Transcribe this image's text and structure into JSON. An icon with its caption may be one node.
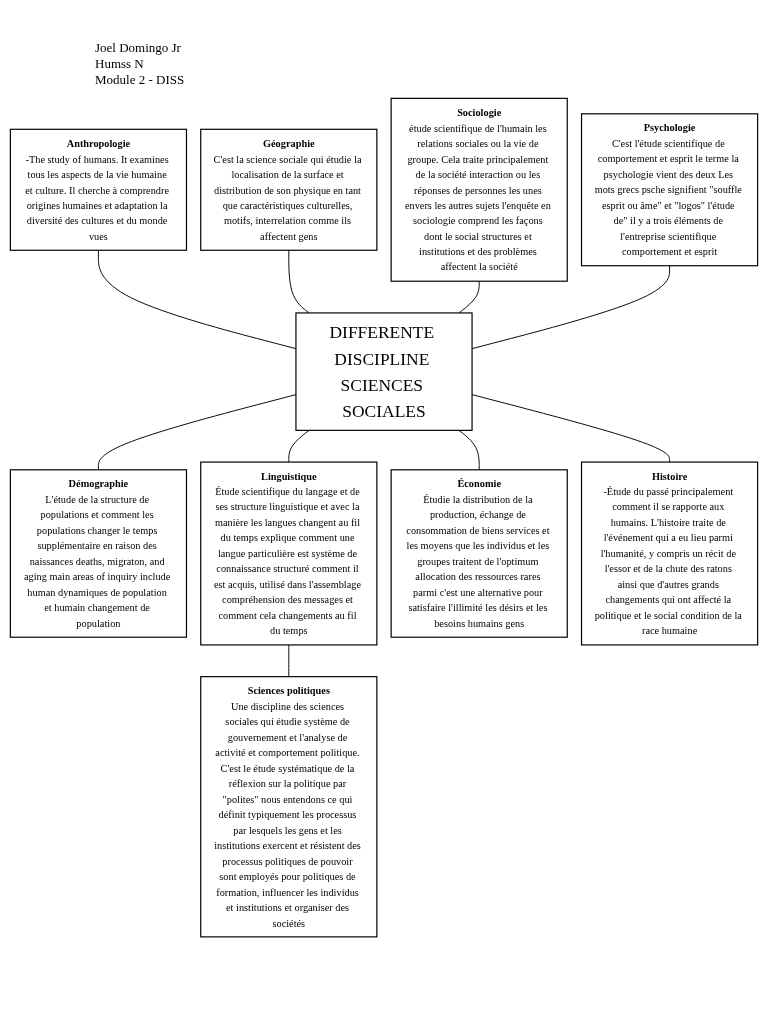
{
  "diagram": {
    "nodes": [
      {
        "text": [
          "Anthropologie",
          "-The study of humans. It examines tous les aspects de la vie humaine et culture. Il cherche à comprendre origines humaines et adaptation la diversité des cultures et du monde vues"
        ]
      },
      {
        "text": [
          "Géographie",
          "C'est la science sociale qui étudie la localisation de la surface et distribution de son physique en tant que caractéristiques culturelles, motifs, interrelation comme ils affectent gens"
        ]
      },
      {
        "text": [
          "Sociologie",
          "étude scientifique de l'humain les relations sociales ou la vie de groupe. Cela traite principalement de la société interaction ou les réponses de personnes les unes envers les autres sujets l'enquête en sociologie comprend les façons dont le social structures et institutions et des problèmes affectent la société"
        ]
      },
      {
        "text": [
          "Psychologie",
          "C'est l'étude scientifique de comportement et esprit le terme la psychologie vient des deux Les mots grecs psche signifient \"souffle esprit ou âme\" et \"logos\" l'étude de\" il y a trois éléments de l'entreprise scientifique comportement et esprit"
        ]
      },
      {
        "text": [
          "DIFFERENTE DISCIPLINE SCIENCES SOCIALES"
        ]
      },
      {
        "text": [
          "Démographie",
          "L'étude de la structure de populations et comment les populations changer le temps supplémentaire en raison des naissances deaths, migraton, and aging main areas of inquiry include human dynamiques de population et humain changement de population"
        ]
      },
      {
        "text": [
          "Linguistique",
          "Étude scientifique du langage et de ses structure linguistique et avec la manière les langues changent au fil du temps explique comment une langue particulière est système de connaissance structuré comment il est acquis, utilisé dans l'assemblage compréhension des messages et comment cela changements au fil du temps"
        ]
      },
      {
        "text": [
          "Économie",
          "Étudie la distribution de la production, échange de consommation de biens services et les moyens que les individus et les groupes traitent de l'optimum allocation des ressources rares parmi c'est une alternative pour satisfaire l'illimité les désirs et les besoins humains gens"
        ]
      },
      {
        "text": [
          "Histoire",
          "-Étude du passé principalement comment il se rapporte aux humains. L'histoire traite de l'événement qui a eu lieu parmi l'humanité, y compris un récit de l'essor et de la chute des ratons ainsi que d'autres grands changements qui ont affecté la politique et le social condition de la race humaine"
        ]
      },
      {
        "text": [
          "Sciences politiques",
          "Une discipline des sciences sociales qui étudie système de gouvernement et l'analyse de activité et comportement politique. C'est le étude systématique de la réflexion sur la politique par \"polites\" nous entendons ce qui définit typiquement les processus par lesquels les gens et les institutions exercent et résistent des processus politiques de pouvoir sont employés pour politiques de formation, influencer les individus et institutions et organiser des sociétés"
        ]
      }
    ],
    "edges": [
      {
        "from": 0,
        "to": 4,
        "arrow": "none"
      },
      {
        "from": 1,
        "to": 4,
        "arrow": "none"
      },
      {
        "from": 2,
        "to": 4,
        "arrow": "none"
      },
      {
        "from": 3,
        "to": 4,
        "arrow": "none"
      },
      {
        "from": 4,
        "to": 5,
        "arrow": "none"
      },
      {
        "from": 4,
        "to": 6,
        "arrow": "none"
      },
      {
        "from": 4,
        "to": 7,
        "arrow": "none"
      },
      {
        "from": 4,
        "to": 8,
        "arrow": "none"
      },
      {
        "from": 6,
        "to": 9,
        "arrow": "none"
      }
    ],
    "labels": [
      "Joel Domingo Jr",
      "Humss N",
      "Module 2 - DISS"
    ]
  }
}
